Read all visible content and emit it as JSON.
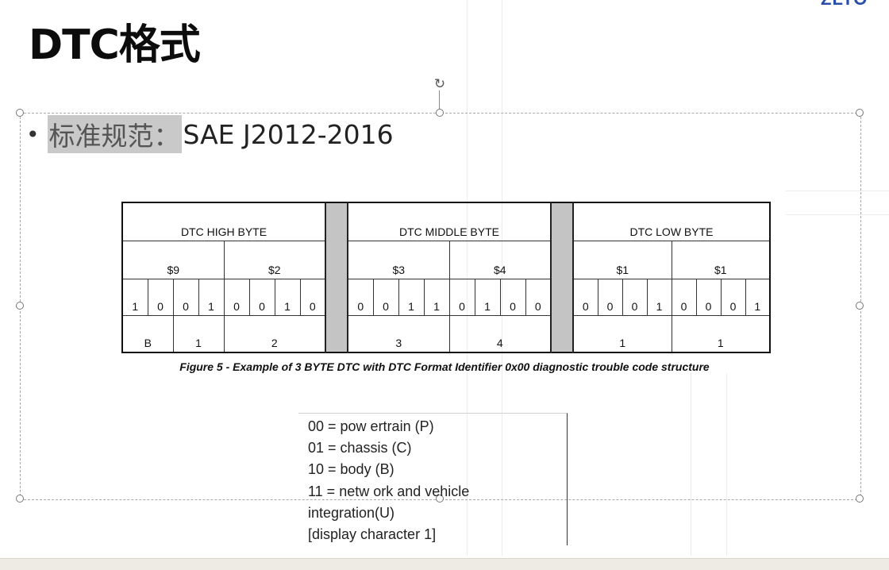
{
  "slide": {
    "title": "DTC格式",
    "logo_text": "ZLTO"
  },
  "bullet": {
    "symbol": "•",
    "label": "标准规范：",
    "value": "SAE J2012-2016"
  },
  "dtc_table": {
    "bytes": [
      {
        "header": "DTC HIGH BYTE",
        "hex": [
          "$9",
          "$2"
        ],
        "bits": [
          "1",
          "0",
          "0",
          "1",
          "0",
          "0",
          "1",
          "0"
        ],
        "display": [
          {
            "text": "B",
            "span": 2
          },
          {
            "text": "1",
            "span": 2
          },
          {
            "text": "2",
            "span": 4
          }
        ]
      },
      {
        "header": "DTC MIDDLE BYTE",
        "hex": [
          "$3",
          "$4"
        ],
        "bits": [
          "0",
          "0",
          "1",
          "1",
          "0",
          "1",
          "0",
          "0"
        ],
        "display": [
          {
            "text": "3",
            "span": 4
          },
          {
            "text": "4",
            "span": 4
          }
        ]
      },
      {
        "header": "DTC LOW BYTE",
        "hex": [
          "$1",
          "$1"
        ],
        "bits": [
          "0",
          "0",
          "0",
          "1",
          "0",
          "0",
          "0",
          "1"
        ],
        "display": [
          {
            "text": "1",
            "span": 4
          },
          {
            "text": "1",
            "span": 4
          }
        ]
      }
    ]
  },
  "caption": "Figure 5 - Example of 3 BYTE DTC with DTC Format Identifier 0x00 diagnostic trouble code structure",
  "legend": {
    "lines": [
      "00 = pow ertrain (P)",
      "01 = chassis (C)",
      "10 = body (B)",
      "11 = netw ork and vehicle",
      "integration(U)",
      "[display character 1]"
    ]
  }
}
